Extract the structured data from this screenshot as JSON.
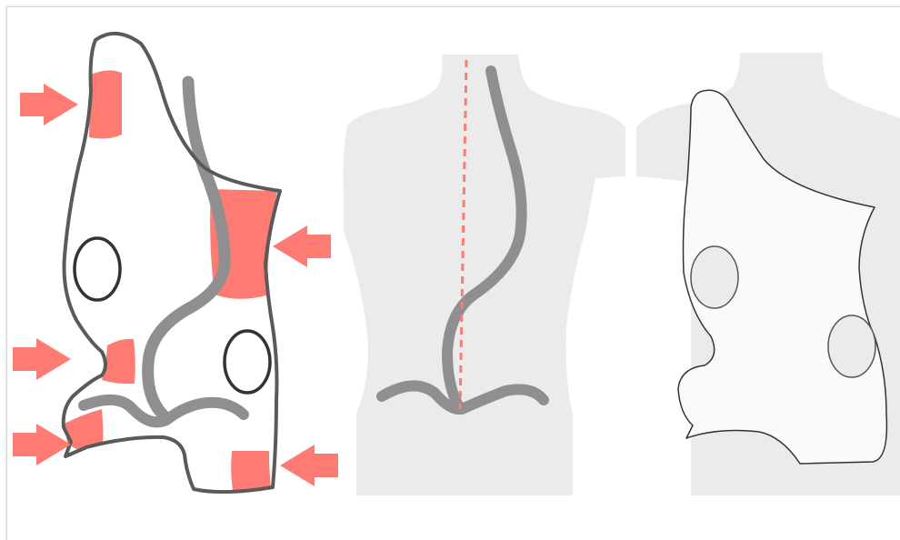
{
  "colors": {
    "pressure": "#fe7b73",
    "arrow": "#fe7b73",
    "spine": "#8f8f8f",
    "brace_outline": "#5a5a5a",
    "torso": "#ebebeb",
    "brace_fill_right": "#fafafa",
    "opening_fill": "#ebebeb",
    "midline": "#fe7b73"
  },
  "panels": [
    {
      "name": "brace-with-pressure-pads",
      "icons": [
        "arrow-right-icon",
        "arrow-left-icon"
      ]
    },
    {
      "name": "torso-with-curved-spine"
    },
    {
      "name": "torso-wearing-brace"
    }
  ]
}
